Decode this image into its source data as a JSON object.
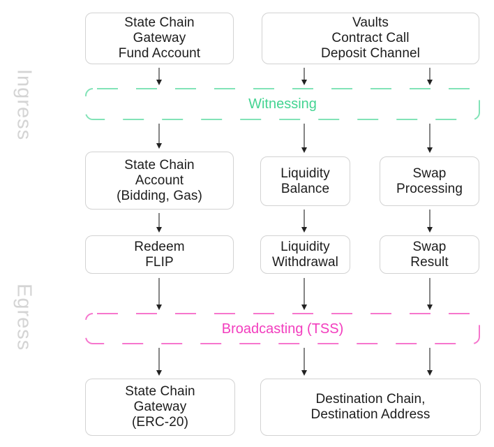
{
  "diagram": {
    "section_labels": {
      "ingress": "Ingress",
      "egress": "Egress"
    },
    "stages": {
      "witnessing": {
        "label": "Witnessing",
        "text_color": "#44d492",
        "border_color": "#82e3b7"
      },
      "broadcasting": {
        "label": "Broadcasting (TSS)",
        "text_color": "#f23dbe",
        "border_color": "#f676cd"
      }
    },
    "nodes": {
      "fund_account": {
        "label": "State Chain\nGateway\nFund Account"
      },
      "vaults": {
        "label": "Vaults\nContract Call\nDeposit Channel"
      },
      "state_chain_account": {
        "label": "State Chain\nAccount\n(Bidding, Gas)"
      },
      "liquidity_balance": {
        "label": "Liquidity\nBalance"
      },
      "swap_processing": {
        "label": "Swap\nProcessing"
      },
      "redeem_flip": {
        "label": "Redeem\nFLIP"
      },
      "liquidity_withdrawal": {
        "label": "Liquidity\nWithdrawal"
      },
      "swap_result": {
        "label": "Swap\nResult"
      },
      "gateway_erc20": {
        "label": "State Chain\nGateway\n(ERC-20)"
      },
      "destination": {
        "label": "Destination Chain,\nDestination Address"
      }
    },
    "colors": {
      "background": "#ffffff",
      "node_border": "#d2d2d2",
      "node_text": "#1c1c1c",
      "arrow": "#333333",
      "section_label": "#d4d4d4"
    }
  }
}
